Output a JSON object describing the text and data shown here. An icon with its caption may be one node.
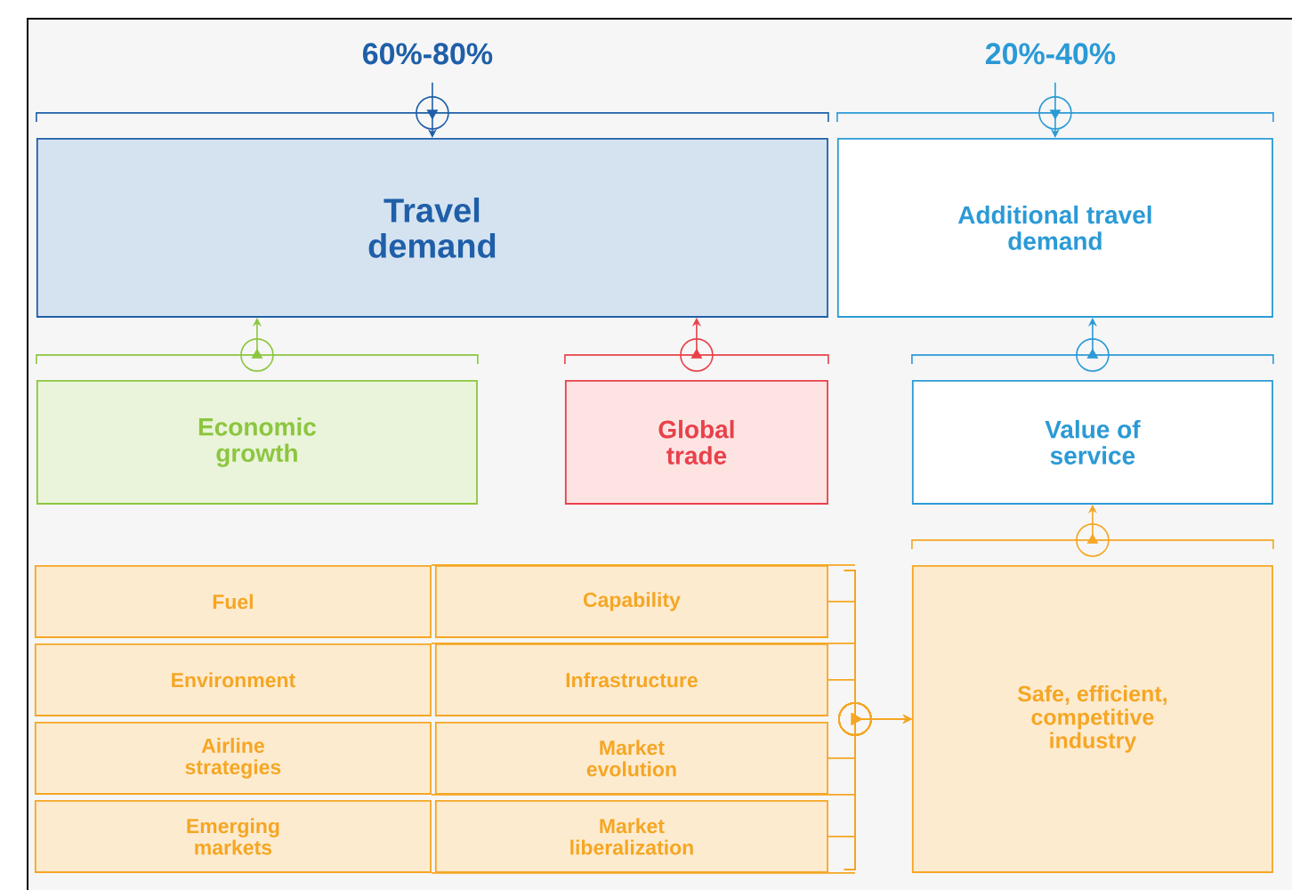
{
  "diagram": {
    "nodes": [
      {
        "text": [
          "60%-80%"
        ]
      },
      {
        "text": [
          "20%-40%"
        ]
      },
      {
        "text": [
          "Travel demand"
        ]
      },
      {
        "text": [
          "Additional travel demand"
        ]
      },
      {
        "text": [
          "Economic growth"
        ]
      },
      {
        "text": [
          "Global trade"
        ]
      },
      {
        "text": [
          "Value of service"
        ]
      },
      {
        "text": [
          "Fuel"
        ]
      },
      {
        "text": [
          "Capability"
        ]
      },
      {
        "text": [
          "Environment"
        ]
      },
      {
        "text": [
          "Infrastructure"
        ]
      },
      {
        "text": [
          "Airline strategies"
        ]
      },
      {
        "text": [
          "Market evolution"
        ]
      },
      {
        "text": [
          "Emerging markets"
        ]
      },
      {
        "text": [
          "Market liberalization"
        ]
      },
      {
        "text": [
          "Safe, efficient, competitive industry"
        ]
      }
    ],
    "edges": [
      {
        "from": 0,
        "to": 2,
        "arrow": "to",
        "color": "#1f5fa8"
      },
      {
        "from": 1,
        "to": 3,
        "arrow": "to",
        "color": "#2b9ad6"
      },
      {
        "from": 4,
        "to": 2,
        "arrow": "to",
        "color": "#8cc63f"
      },
      {
        "from": 5,
        "to": 2,
        "arrow": "to",
        "color": "#e8414a"
      },
      {
        "from": 6,
        "to": 3,
        "arrow": "to",
        "color": "#2b9ad6"
      },
      {
        "from": 15,
        "to": 6,
        "arrow": "to",
        "color": "#f5a623"
      },
      {
        "from": 7,
        "to": 15,
        "arrow": "to",
        "color": "#f5a623"
      },
      {
        "from": 8,
        "to": 15,
        "arrow": "to",
        "color": "#f5a623"
      },
      {
        "from": 9,
        "to": 15,
        "arrow": "to",
        "color": "#f5a623"
      },
      {
        "from": 10,
        "to": 15,
        "arrow": "to",
        "color": "#f5a623"
      },
      {
        "from": 11,
        "to": 15,
        "arrow": "to",
        "color": "#f5a623"
      },
      {
        "from": 12,
        "to": 15,
        "arrow": "to",
        "color": "#f5a623"
      },
      {
        "from": 13,
        "to": 15,
        "arrow": "to",
        "color": "#f5a623"
      },
      {
        "from": 14,
        "to": 15,
        "arrow": "to",
        "color": "#f5a623"
      }
    ]
  }
}
